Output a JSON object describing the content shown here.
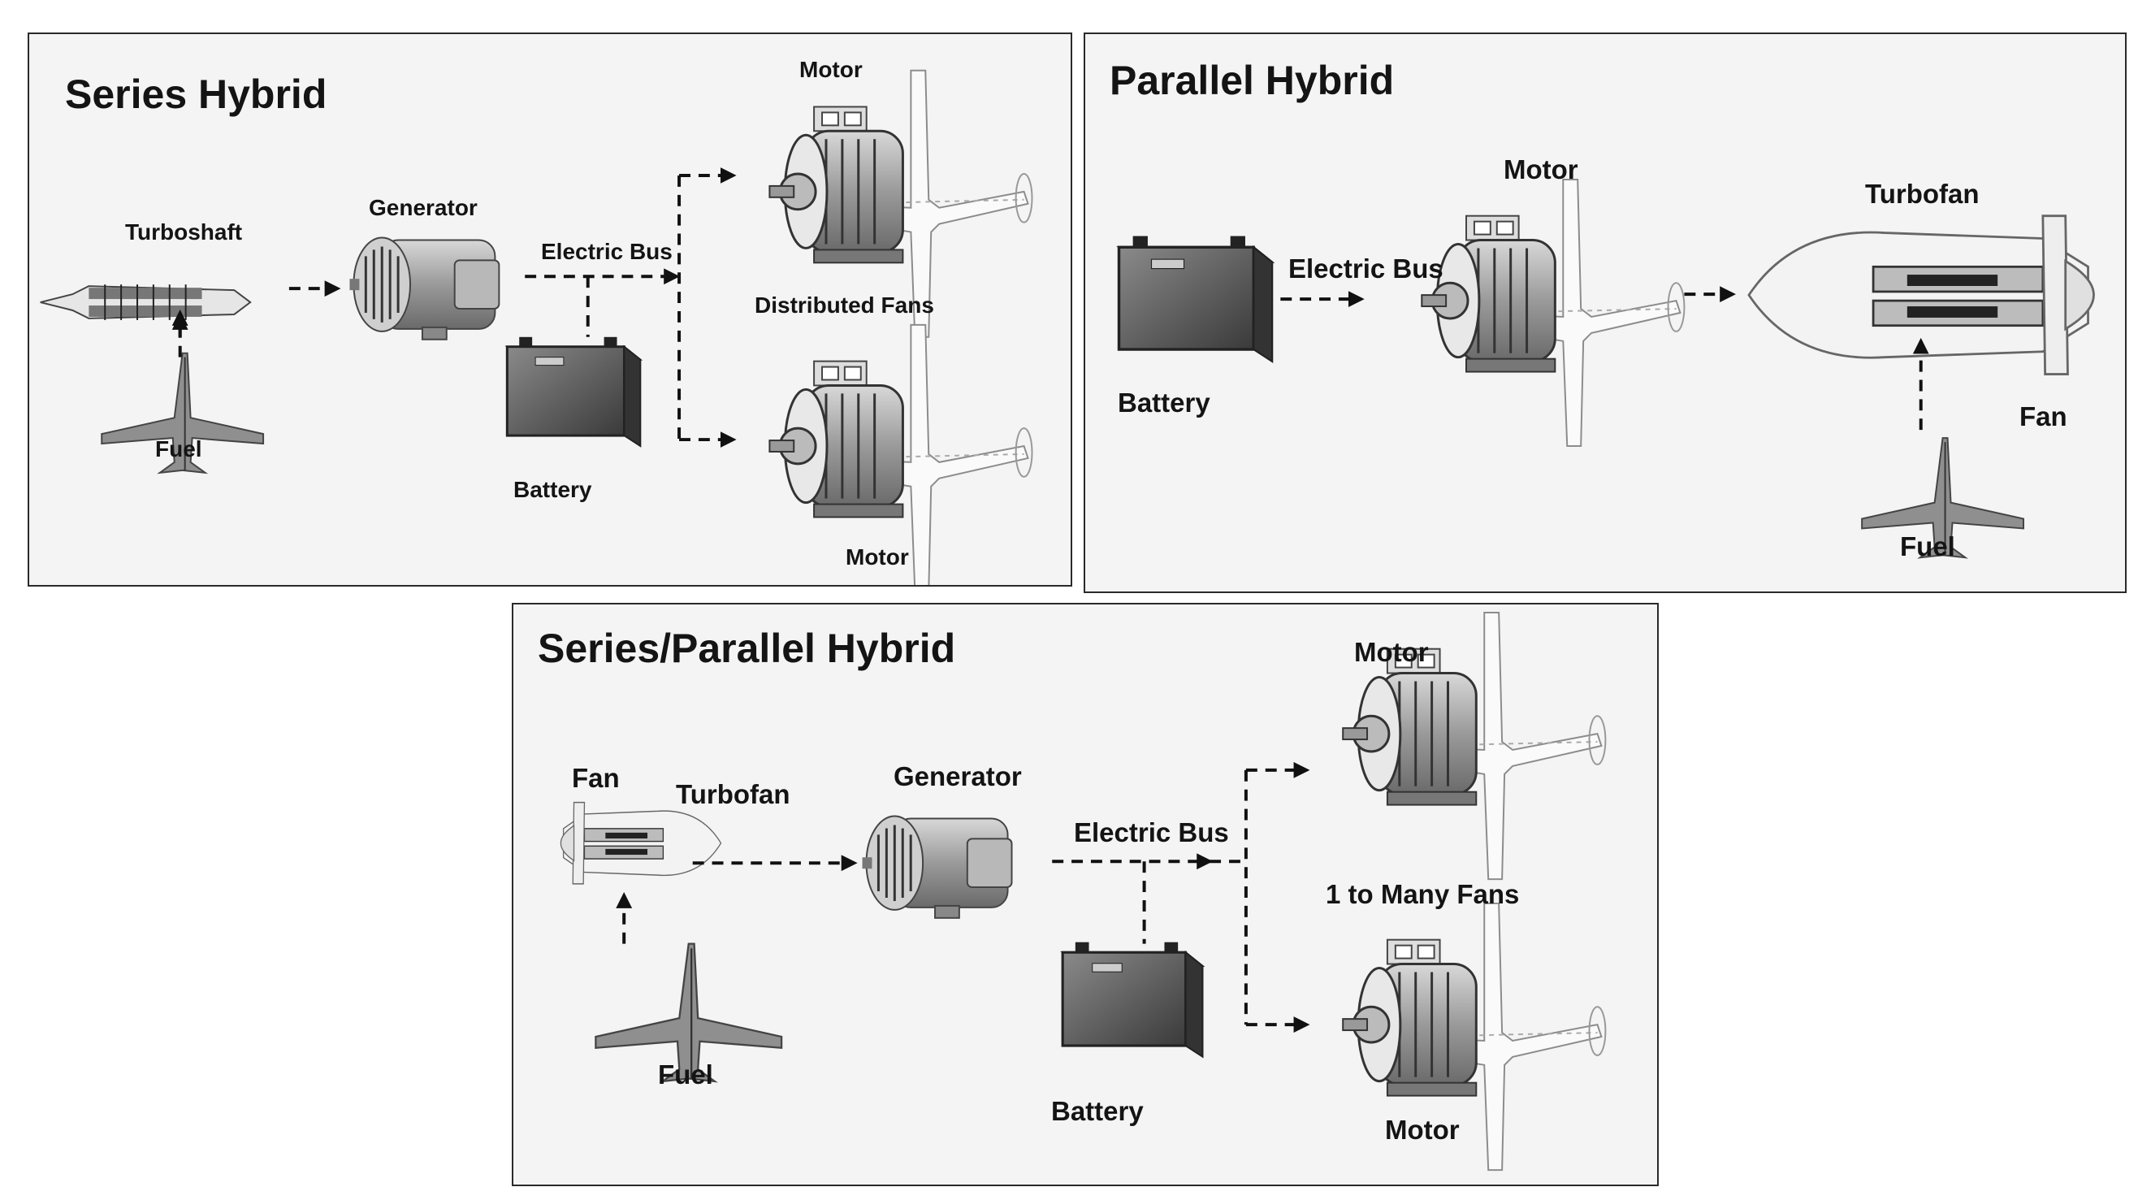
{
  "series": {
    "title": "Series Hybrid",
    "turboshaft": "Turboshaft",
    "generator": "Generator",
    "electric_bus": "Electric Bus",
    "fuel": "Fuel",
    "battery": "Battery",
    "motor_top": "Motor",
    "distributed_fans": "Distributed Fans",
    "motor_bottom": "Motor"
  },
  "parallel": {
    "title": "Parallel Hybrid",
    "battery": "Battery",
    "electric_bus": "Electric Bus",
    "motor": "Motor",
    "turbofan": "Turbofan",
    "fan": "Fan",
    "fuel": "Fuel"
  },
  "series_parallel": {
    "title": "Series/Parallel Hybrid",
    "fan": "Fan",
    "turbofan": "Turbofan",
    "generator": "Generator",
    "electric_bus": "Electric Bus",
    "motor_top": "Motor",
    "fans_label": "1 to Many Fans",
    "fuel": "Fuel",
    "battery": "Battery",
    "motor_bottom": "Motor"
  },
  "icons": [
    "motor-icon",
    "generator-icon",
    "battery-icon",
    "turbofan-icon",
    "turboshaft-icon",
    "aircraft-icon",
    "propeller-fan-icon"
  ]
}
